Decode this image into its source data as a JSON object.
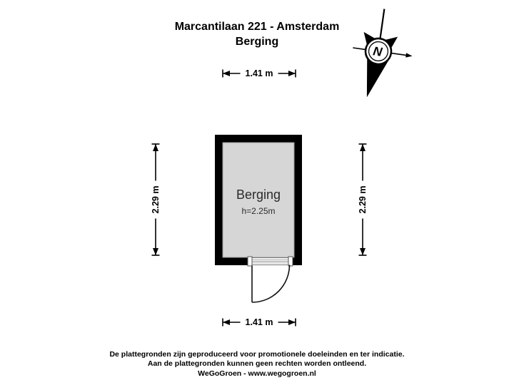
{
  "header": {
    "address": "Marcantilaan 221 - Amsterdam",
    "subject": "Berging"
  },
  "compass": {
    "north_label": "N"
  },
  "room": {
    "name": "Berging",
    "ceiling_height": "h=2.25m"
  },
  "dimensions": {
    "top": "1.41 m",
    "bottom": "1.41 m",
    "left": "2.29 m",
    "right": "2.29 m"
  },
  "colors": {
    "wall": "#000000",
    "floor": "#d6d6d6",
    "line": "#111111"
  },
  "footer": {
    "line1": "De plattegronden zijn geproduceerd voor promotionele doeleinden en ter indicatie.",
    "line2": "Aan de plattegronden kunnen geen rechten worden ontleend.",
    "line3": "WeGoGroen -  www.wegogroen.nl"
  }
}
